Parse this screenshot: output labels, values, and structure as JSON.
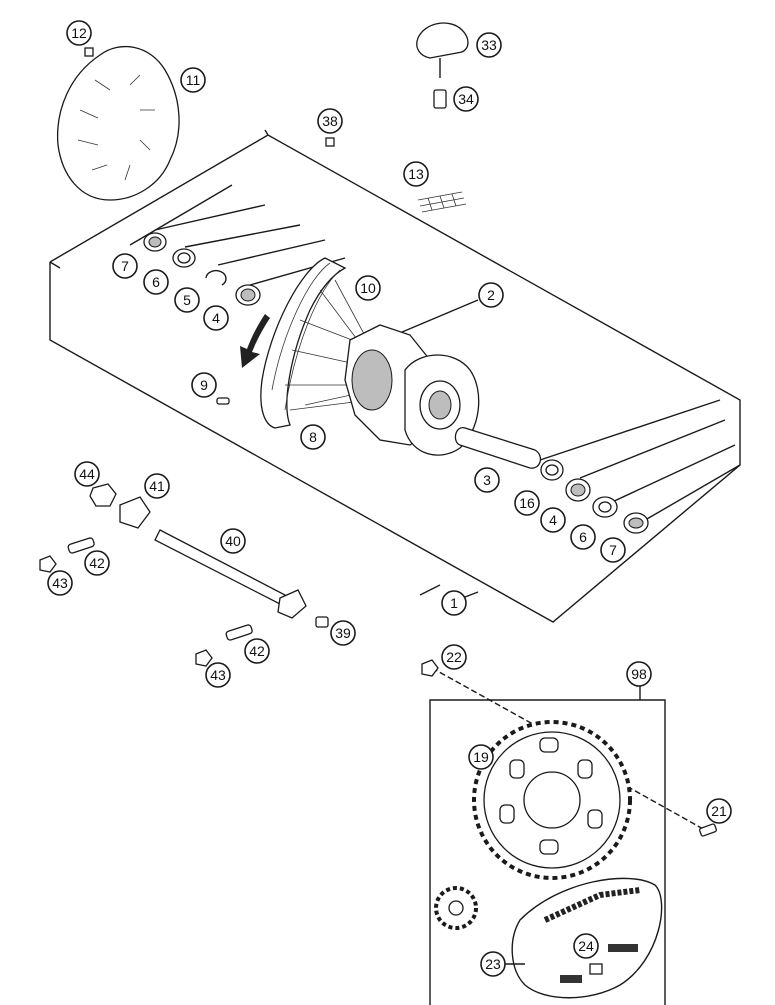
{
  "callouts": [
    {
      "id": "c12",
      "label": "12"
    },
    {
      "id": "c11",
      "label": "11"
    },
    {
      "id": "c33",
      "label": "33"
    },
    {
      "id": "c34",
      "label": "34"
    },
    {
      "id": "c38",
      "label": "38"
    },
    {
      "id": "c13",
      "label": "13"
    },
    {
      "id": "c7a",
      "label": "7"
    },
    {
      "id": "c6a",
      "label": "6"
    },
    {
      "id": "c5",
      "label": "5"
    },
    {
      "id": "c4a",
      "label": "4"
    },
    {
      "id": "c10",
      "label": "10"
    },
    {
      "id": "c2",
      "label": "2"
    },
    {
      "id": "c9",
      "label": "9"
    },
    {
      "id": "c8",
      "label": "8"
    },
    {
      "id": "c3",
      "label": "3"
    },
    {
      "id": "c16",
      "label": "16"
    },
    {
      "id": "c4b",
      "label": "4"
    },
    {
      "id": "c6b",
      "label": "6"
    },
    {
      "id": "c7b",
      "label": "7"
    },
    {
      "id": "c44",
      "label": "44"
    },
    {
      "id": "c41",
      "label": "41"
    },
    {
      "id": "c40",
      "label": "40"
    },
    {
      "id": "c42a",
      "label": "42"
    },
    {
      "id": "c43a",
      "label": "43"
    },
    {
      "id": "c1",
      "label": "1"
    },
    {
      "id": "c39",
      "label": "39"
    },
    {
      "id": "c42b",
      "label": "42"
    },
    {
      "id": "c43b",
      "label": "43"
    },
    {
      "id": "c22",
      "label": "22"
    },
    {
      "id": "c98",
      "label": "98"
    },
    {
      "id": "c19",
      "label": "19"
    },
    {
      "id": "c21",
      "label": "21"
    },
    {
      "id": "c24",
      "label": "24"
    },
    {
      "id": "c23",
      "label": "23"
    }
  ],
  "icons": {
    "rotation_arrow": "rotation-direction-arrow-icon"
  }
}
